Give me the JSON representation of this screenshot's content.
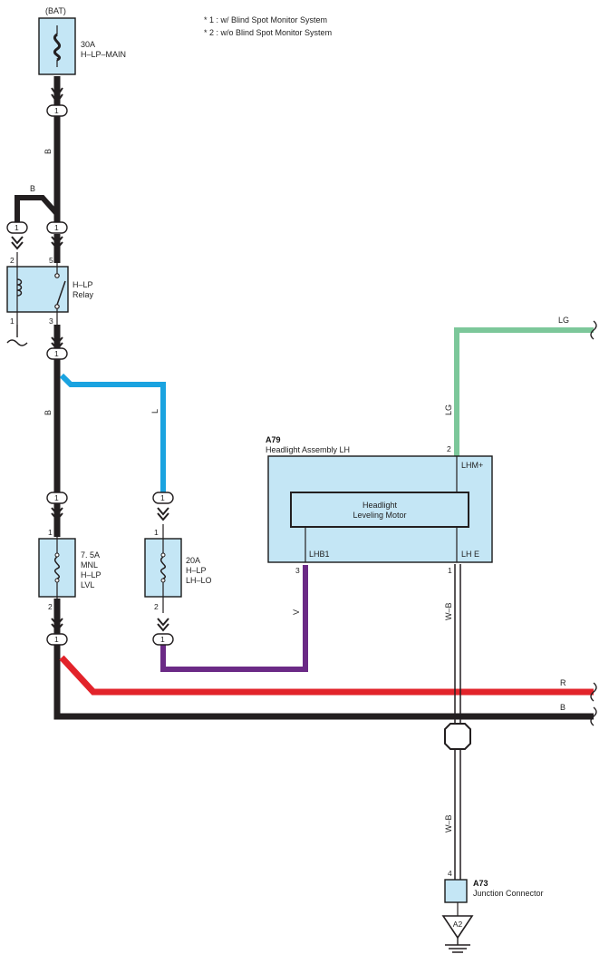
{
  "power_source": "(BAT)",
  "legend": {
    "note1": "* 1 : w/ Blind Spot Monitor System",
    "note2": "* 2 : w/o Blind Spot Monitor System"
  },
  "fuse_main": {
    "rating": "30A",
    "name": "H–LP–MAIN"
  },
  "relay": {
    "line1": "H–LP",
    "line2": "Relay",
    "pin_2": "2",
    "pin_5": "5",
    "pin_1": "1",
    "pin_3": "3"
  },
  "fuse_mnl": {
    "rating": "7. 5A",
    "line2": "MNL",
    "line3": "H–LP",
    "line4": "LVL",
    "pin_top": "1",
    "pin_bottom": "2"
  },
  "fuse_lo": {
    "rating": "20A",
    "line2": "H–LP",
    "line3": "LH–LO",
    "pin_top": "1",
    "pin_bottom": "2"
  },
  "connector_label": "1",
  "wires": {
    "b": "B",
    "l": "L",
    "v": "V",
    "lg": "LG",
    "r": "R",
    "wb": "W–B"
  },
  "headlight": {
    "code": "A79",
    "name": "Headlight Assembly LH",
    "motor_line1": "Headlight",
    "motor_line2": "Leveling Motor",
    "term_lhm": "LHM+",
    "term_lhb1": "LHB1",
    "term_lhe": "LH E",
    "pin_lhm": "2",
    "pin_lhb1": "3",
    "pin_lhe": "1"
  },
  "junction": {
    "code": "A73",
    "name": "Junction Connector",
    "pin": "4"
  },
  "ground_label": "A2",
  "colors": {
    "black": "#231f20",
    "blue": "#1aa3e0",
    "purple": "#6b2a86",
    "green": "#7cc79a",
    "red": "#e2232a",
    "component": "#c4e6f5"
  }
}
